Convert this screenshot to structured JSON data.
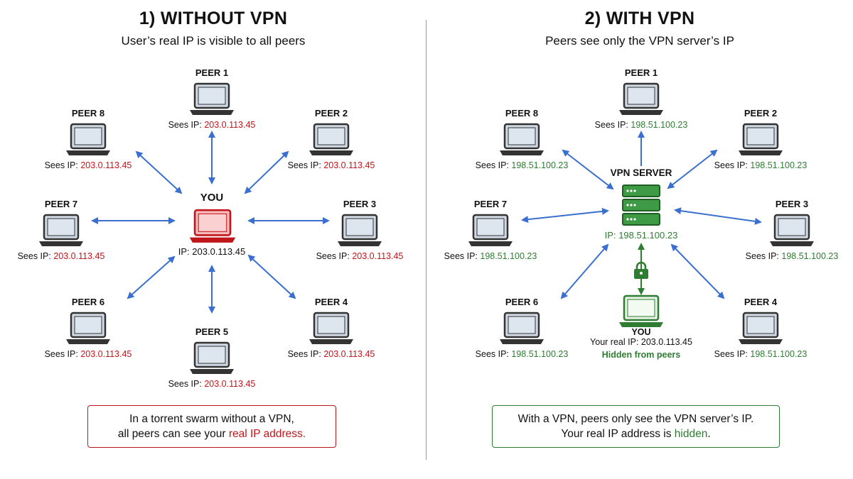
{
  "left": {
    "title": "1) WITHOUT VPN",
    "subtitle": "User’s real IP is visible to all peers",
    "sees_prefix": "Sees IP:",
    "peers": [
      {
        "label": "PEER 1",
        "ip": "203.0.113.45"
      },
      {
        "label": "PEER 2",
        "ip": "203.0.113.45"
      },
      {
        "label": "PEER 3",
        "ip": "203.0.113.45"
      },
      {
        "label": "PEER 4",
        "ip": "203.0.113.45"
      },
      {
        "label": "PEER 5",
        "ip": "203.0.113.45"
      },
      {
        "label": "PEER 6",
        "ip": "203.0.113.45"
      },
      {
        "label": "PEER 7",
        "ip": "203.0.113.45"
      },
      {
        "label": "PEER 8",
        "ip": "203.0.113.45"
      }
    ],
    "you": {
      "label": "YOU",
      "ip_prefix": "IP:",
      "ip": "203.0.113.45"
    },
    "caption": {
      "line1": "In a torrent swarm without a VPN,",
      "line2_prefix": "all peers can see your",
      "line2_highlight": "real IP address."
    }
  },
  "right": {
    "title": "2) WITH VPN",
    "subtitle": "Peers see only the VPN server’s IP",
    "sees_prefix": "Sees IP:",
    "peers": [
      {
        "label": "PEER 1",
        "ip": "198.51.100.23"
      },
      {
        "label": "PEER 2",
        "ip": "198.51.100.23"
      },
      {
        "label": "PEER 3",
        "ip": "198.51.100.23"
      },
      {
        "label": "PEER 4",
        "ip": "198.51.100.23"
      },
      {
        "label": "PEER 6",
        "ip": "198.51.100.23"
      },
      {
        "label": "PEER 7",
        "ip": "198.51.100.23"
      },
      {
        "label": "PEER 8",
        "ip": "198.51.100.23"
      }
    ],
    "server": {
      "label": "VPN SERVER",
      "ip_prefix": "IP:",
      "ip": "198.51.100.23"
    },
    "you": {
      "label": "YOU",
      "real_ip_prefix": "Your real IP:",
      "real_ip": "203.0.113.45",
      "hidden_note": "Hidden from peers"
    },
    "caption": {
      "line1": "With a VPN, peers only see the VPN server’s IP.",
      "line2_prefix": "Your real IP address is",
      "line2_highlight": "hidden",
      "line2_suffix": "."
    }
  },
  "colors": {
    "arrow": "#3a6fcf",
    "exposed": "#c0161b",
    "safe": "#2e7d32",
    "laptop": "#333333",
    "screen": "#cfd8e3"
  },
  "icons": [
    "laptop-icon",
    "server-icon",
    "lock-icon"
  ]
}
